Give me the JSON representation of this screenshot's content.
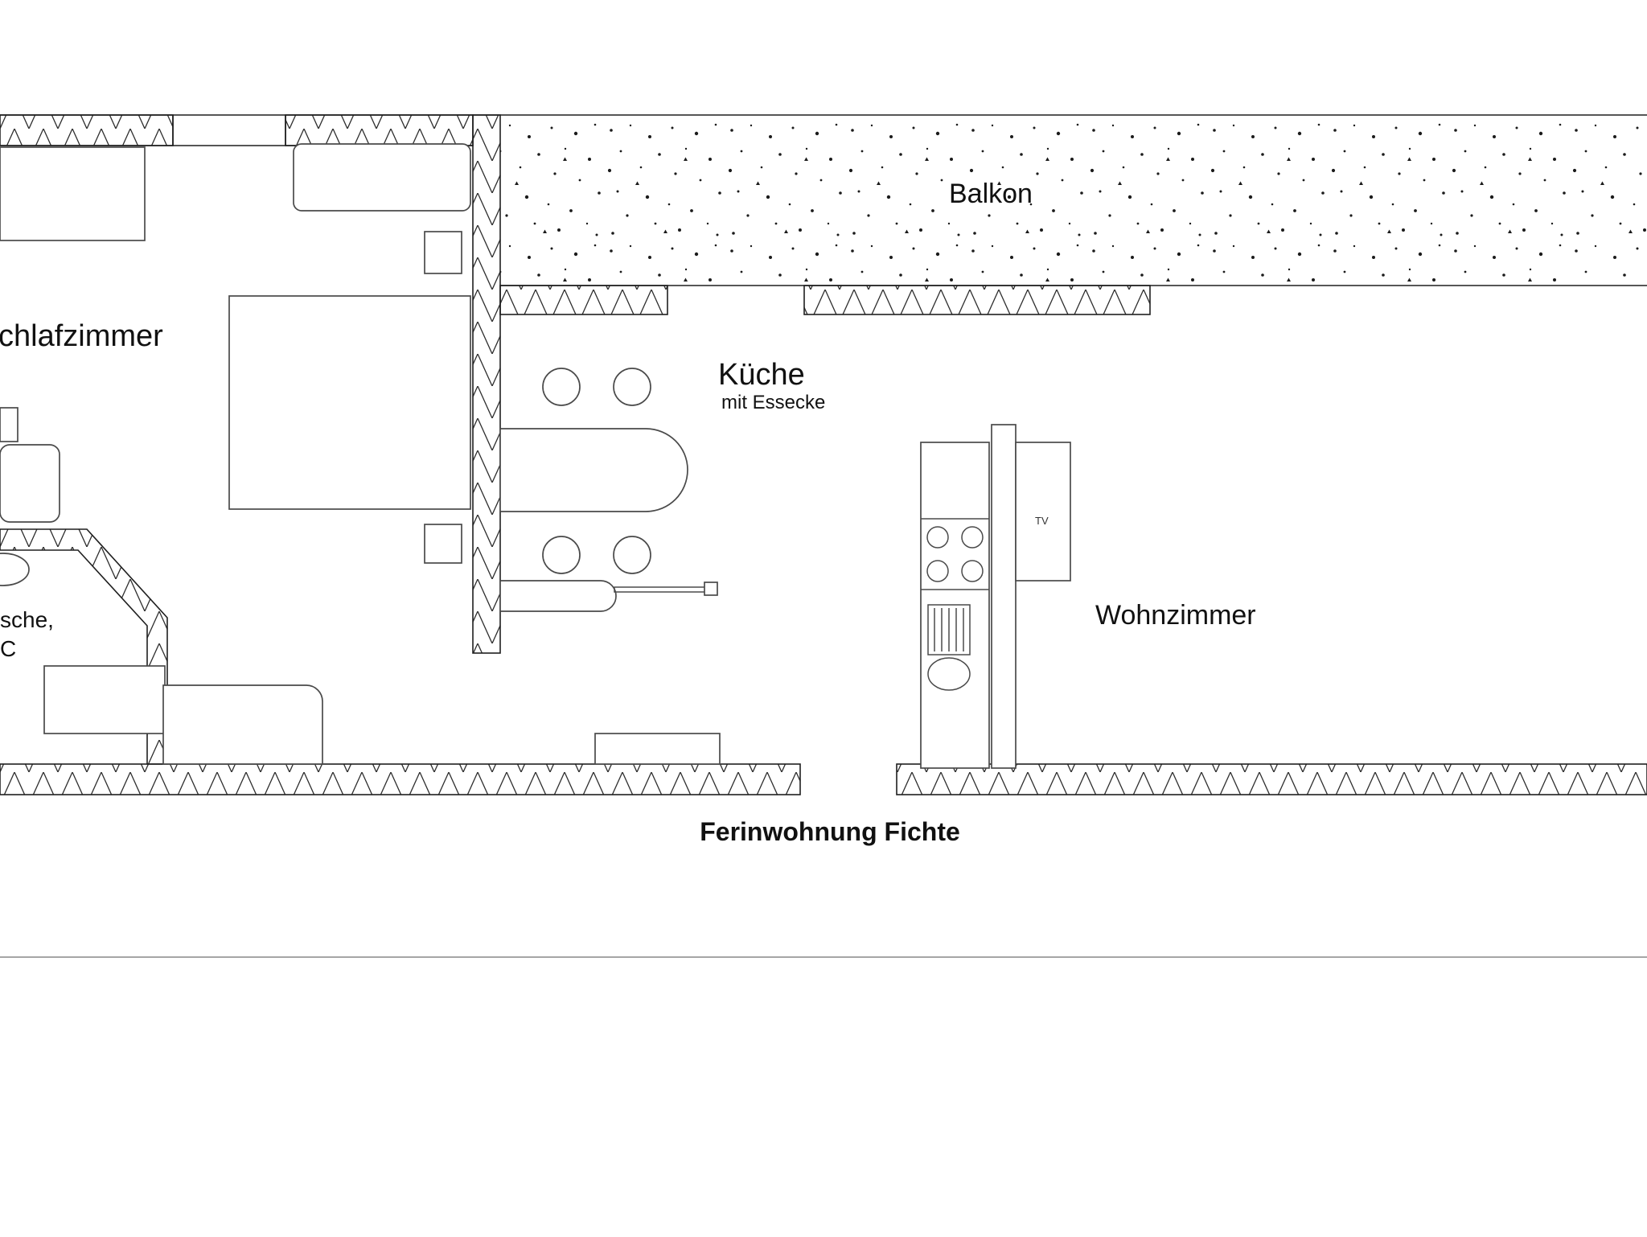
{
  "page": {
    "background": "#ffffff",
    "wall_line_color": "#1f1f1f",
    "furniture_line_color": "#4a4a4a",
    "text_color": "#111111"
  },
  "rooms": {
    "bedroom_label": "chlafzimmer",
    "balcony_label": "Balkon",
    "kitchen_label": "Küche",
    "kitchen_sublabel": "mit Essecke",
    "bath_label_line1": "sche,",
    "bath_label_line2": "C",
    "living_label": "Wohnzimmer",
    "tv_label": "TV"
  },
  "caption": "Ferinwohnung Fichte"
}
